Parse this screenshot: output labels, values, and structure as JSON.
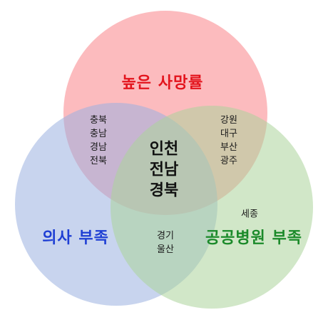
{
  "sets": {
    "top": {
      "label": "높은 사망률",
      "fill": "#f9898f",
      "text_color": "#e3141d"
    },
    "left": {
      "label": "의사 부족",
      "fill": "#9bb0e0",
      "text_color": "#1f3fd4"
    },
    "right": {
      "label": "공공병원 부족",
      "fill": "#acd49a",
      "text_color": "#1b8a2a"
    }
  },
  "regions": {
    "top_left": [
      "충북",
      "충남",
      "경남",
      "전북"
    ],
    "top_right": [
      "강원",
      "대구",
      "부산",
      "광주"
    ],
    "right_only": [
      "세종"
    ],
    "left_right": [
      "경기",
      "울산"
    ],
    "all_three": [
      "인천",
      "전남",
      "경북"
    ]
  }
}
